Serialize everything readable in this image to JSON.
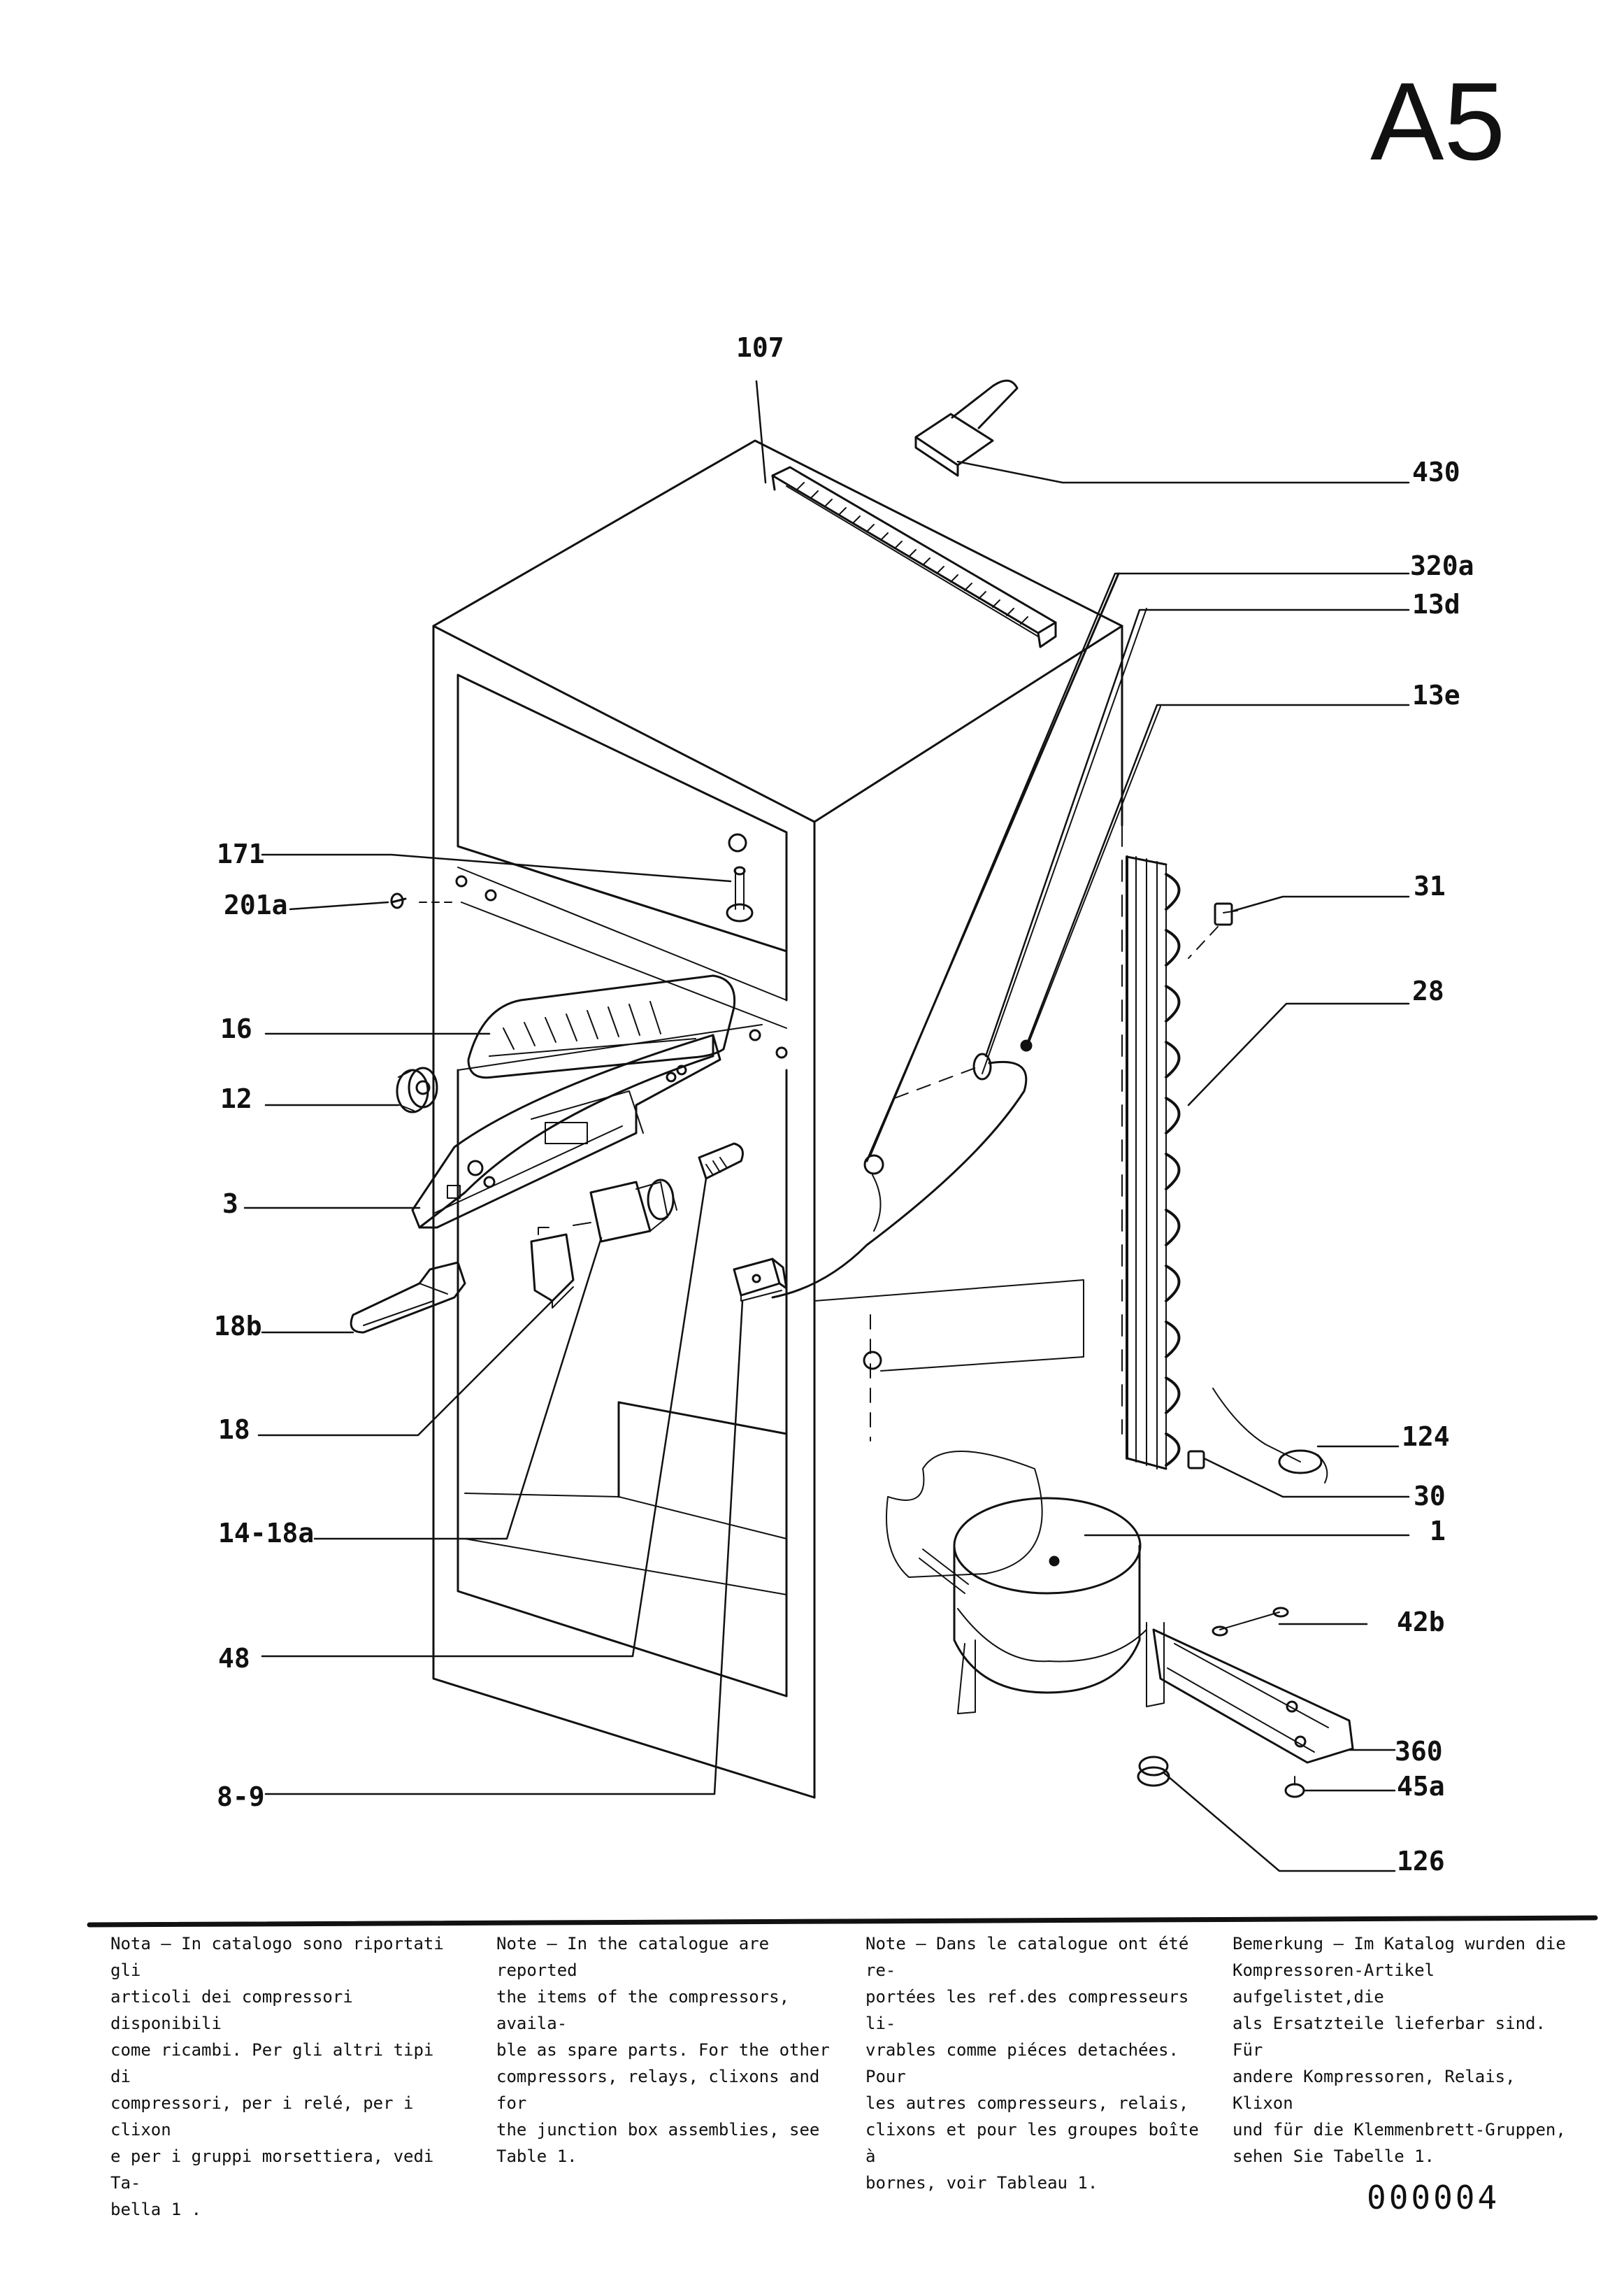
{
  "page": {
    "code": "A5",
    "doc_number": "000004"
  },
  "callouts": {
    "c107": "107",
    "c430": "430",
    "c320a": "320a",
    "c13d": "13d",
    "c13e": "13e",
    "c31": "31",
    "c28": "28",
    "c171": "171",
    "c201a": "201a",
    "c16": "16",
    "c12": "12",
    "c3": "3",
    "c18b": "18b",
    "c18": "18",
    "c14_18a": "14-18a",
    "c48": "48",
    "c8_9": "8-9",
    "c124": "124",
    "c30": "30",
    "c1": "1",
    "c42b": "42b",
    "c360": "360",
    "c45a": "45a",
    "c126": "126"
  },
  "notes": {
    "italian": "Nota – In catalogo sono riportati gli\narticoli dei compressori disponibili\ncome ricambi. Per gli altri tipi di\ncompressori, per i relé, per i clixon\ne per i gruppi morsettiera, vedi Ta-\nbella 1 .",
    "english": "Note – In the catalogue are reported\nthe items of the compressors, availa-\nble as spare parts. For the other\ncompressors, relays, clixons and for\nthe junction box assemblies, see\nTable  1.",
    "french": "Note – Dans le catalogue ont été re-\nportées les ref.des compresseurs li-\nvrables comme piéces detachées. Pour\nles autres compresseurs, relais,\nclixons et pour les groupes boîte à\nbornes, voir Tableau 1.",
    "german": "Bemerkung – Im Katalog wurden die\nKompressoren-Artikel aufgelistet,die\nals Ersatzteile lieferbar sind. Für\nandere Kompressoren, Relais, Klixon\nund für die Klemmenbrett-Gruppen,\nsehen Sie Tabelle 1."
  },
  "colors": {
    "ink": "#111111",
    "paper": "#ffffff"
  }
}
